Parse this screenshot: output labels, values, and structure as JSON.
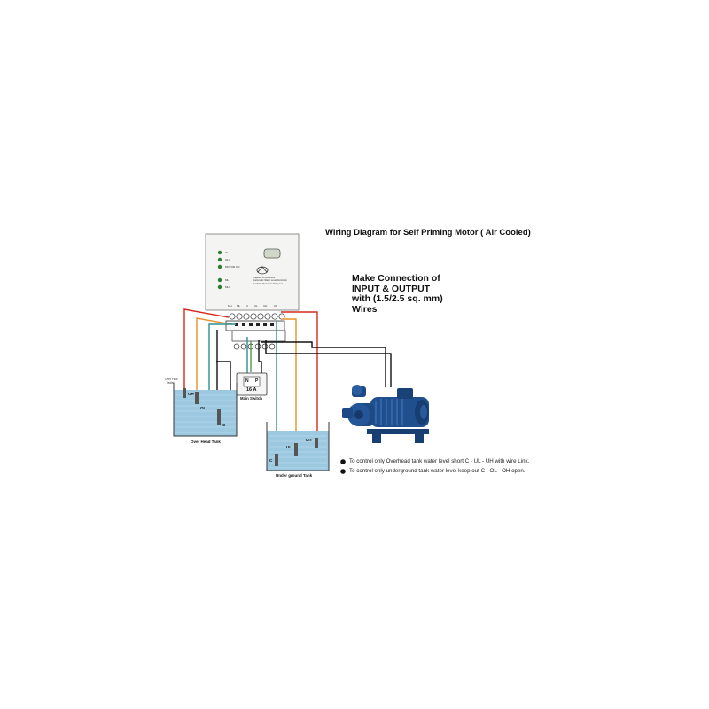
{
  "title": "Wiring Diagram for Self Priming Motor ( Air Cooled)",
  "instructions": {
    "line1": "Make Connection of",
    "line2": "INPUT & OUTPUT",
    "line3": "with (1.5/2.5 sq. mm)",
    "line4": "Wires"
  },
  "controller": {
    "indicators": [
      "UL",
      "OH",
      "MOTOR ON",
      "ML",
      "MH"
    ],
    "brand_lines": [
      "Vigilant Innovations",
      "Automatic Water Level Controller",
      "& Motor Protection Relay Inc."
    ],
    "terminal_labels": [
      "MH",
      "ML",
      "C",
      "UL",
      "UH",
      "UL"
    ]
  },
  "main_switch": {
    "rating": "16 A",
    "label": "Main Switch",
    "pins": [
      "N",
      "P"
    ]
  },
  "overhead_tank": {
    "label": "Over Head Tank",
    "overflow_label": [
      "Over Flow",
      "Outlet"
    ],
    "probes": [
      "OH",
      "OL",
      "C"
    ]
  },
  "underground_tank": {
    "label": "Under ground Tank",
    "probes": [
      "UH",
      "UL",
      "C"
    ]
  },
  "notes": [
    "To control only Overhead tank water level short  C - UL - UH with wire Link.",
    "To control only underground tank water level keep out  C - OL - OH open."
  ],
  "colors": {
    "red_wire": "#d42a1e",
    "orange_wire": "#e8902a",
    "teal_wire": "#2e8f92",
    "black_wire": "#111111",
    "water": "#9cc8e0",
    "motor": "#1f4f8c"
  }
}
